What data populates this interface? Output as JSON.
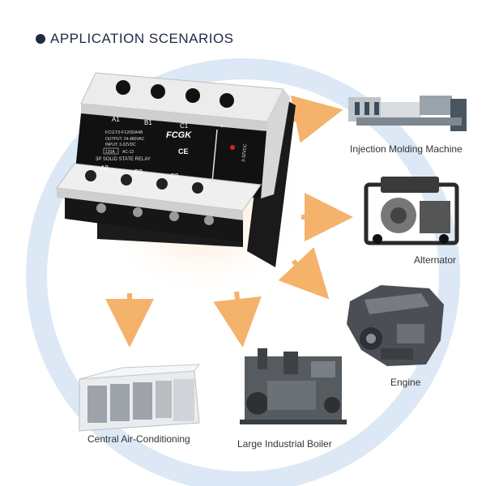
{
  "header": {
    "title": "APPLICATION SCENARIOS",
    "bullet_color": "#1f2a44"
  },
  "colors": {
    "ring": "#dce8f5",
    "arrow": "#f4b26b",
    "relay_black": "#111111",
    "relay_white": "#e8e8e8"
  },
  "relay": {
    "brand": "FCGK",
    "model": "FCGT3-F120DA48",
    "output": "OUTPUT: 24-480VAC",
    "input": "INPUT: 3-32VDC",
    "current": "120A",
    "type": "AC-12",
    "description": "3P SOLID STATE RELAY",
    "terminals_top": [
      "A1",
      "B1",
      "C1"
    ],
    "terminals_bottom": [
      "A2",
      "B2",
      "C2"
    ],
    "side_label": "3-32VDC",
    "plus": "+",
    "minus": "-",
    "ce_mark": "CE"
  },
  "scenarios": [
    {
      "name": "injection-molding-machine",
      "label": "Injection Molding Machine"
    },
    {
      "name": "alternator",
      "label": "Alternator"
    },
    {
      "name": "engine",
      "label": "Engine"
    },
    {
      "name": "large-industrial-boiler",
      "label": "Large Industrial Boiler"
    },
    {
      "name": "central-air-conditioning",
      "label": "Central Air-Conditioning"
    }
  ]
}
